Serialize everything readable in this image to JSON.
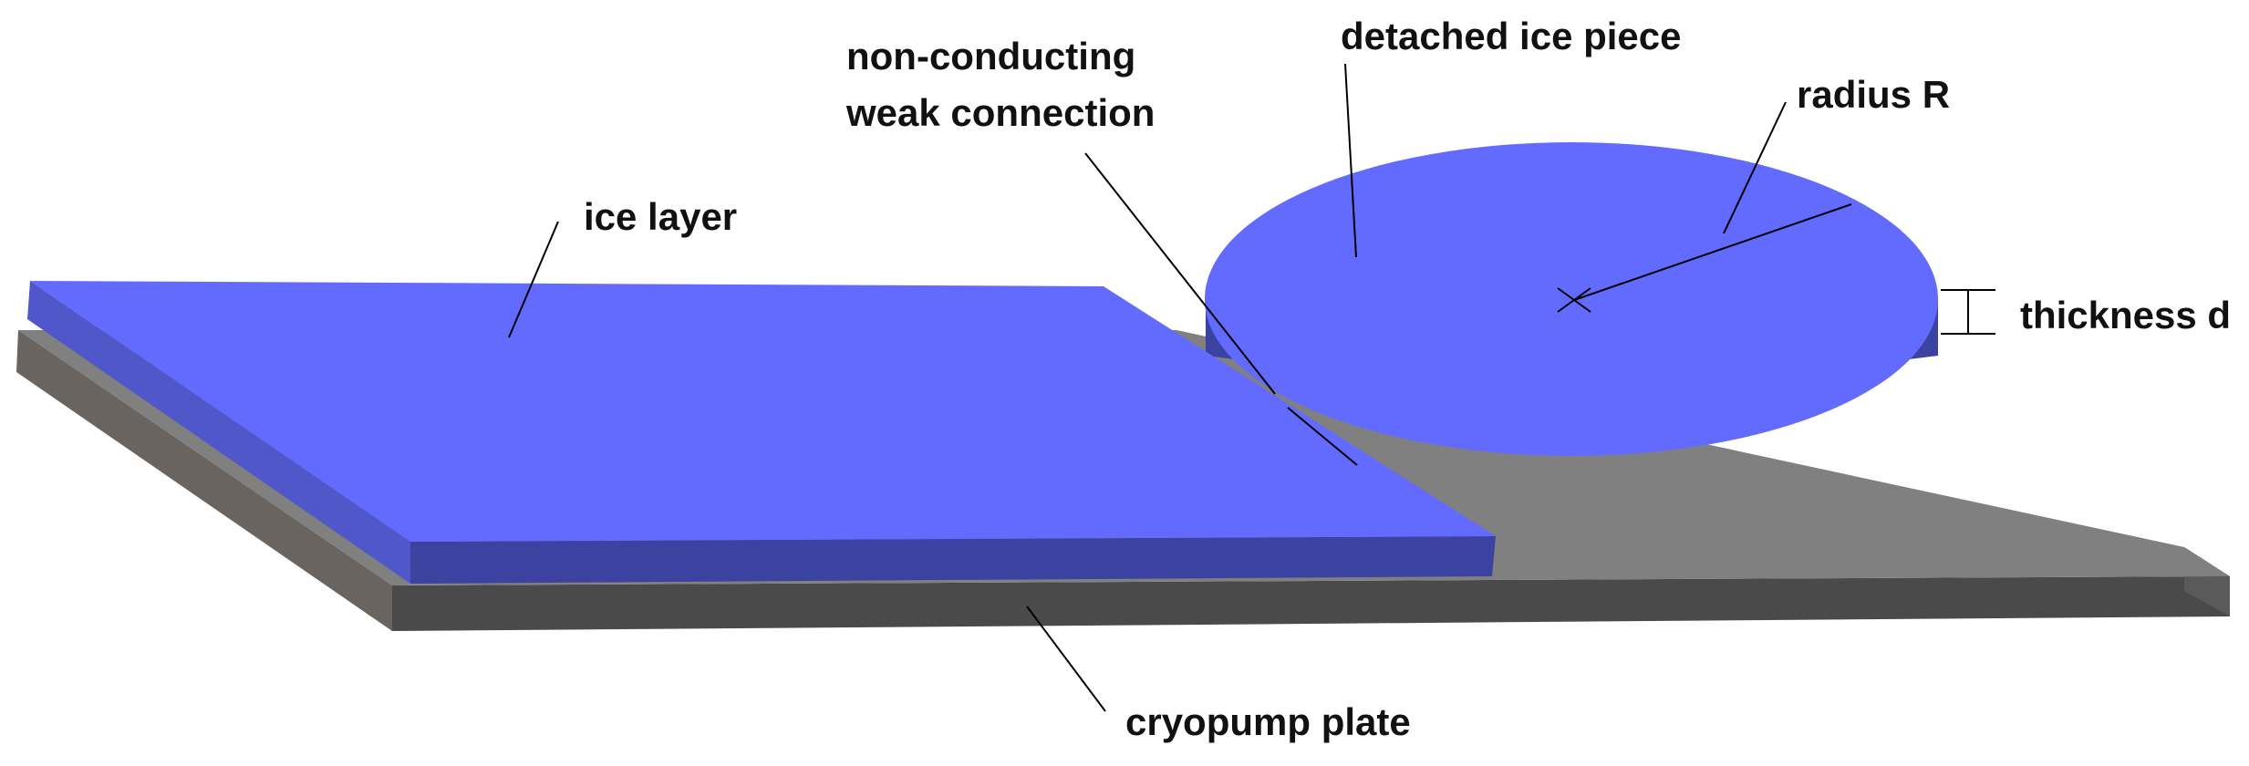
{
  "labels": {
    "ice_layer": "ice layer",
    "non_conducting_line1": "non-conducting",
    "non_conducting_line2": "weak connection",
    "detached_ice_piece": "detached ice piece",
    "radius": "radius R",
    "thickness": "thickness d",
    "cryopump_plate": "cryopump plate"
  },
  "colors": {
    "ice_top": "#636bff",
    "ice_side_front": "#3c42a0",
    "ice_side_left": "#5057c8",
    "plate_top": "#808080",
    "plate_side_front": "#4a4a4a",
    "plate_side_left": "#6a6460",
    "leader_line": "#000000"
  }
}
